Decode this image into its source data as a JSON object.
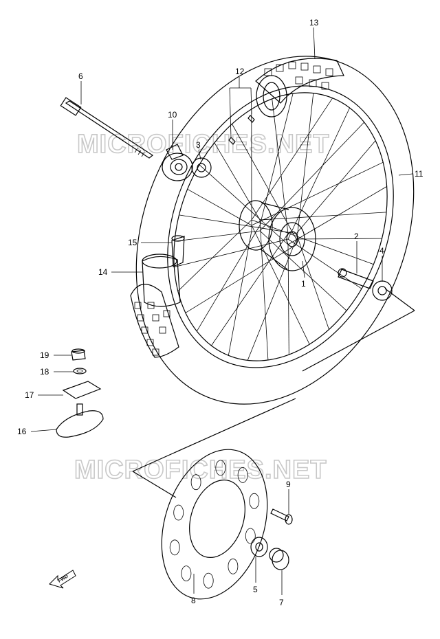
{
  "watermark": {
    "upper": "MICROFICHES.NET",
    "lower": "MICROFICHES.NET"
  },
  "direction_label": "FWD",
  "callouts": {
    "c1": "1",
    "c2": "2",
    "c3": "3",
    "c4": "4",
    "c5": "5",
    "c6": "6",
    "c7": "7",
    "c8": "8",
    "c9": "9",
    "c10": "10",
    "c11": "11",
    "c12": "12",
    "c13": "13",
    "c14": "14",
    "c15": "15",
    "c16": "16",
    "c17": "17",
    "c18": "18",
    "c19": "19"
  }
}
